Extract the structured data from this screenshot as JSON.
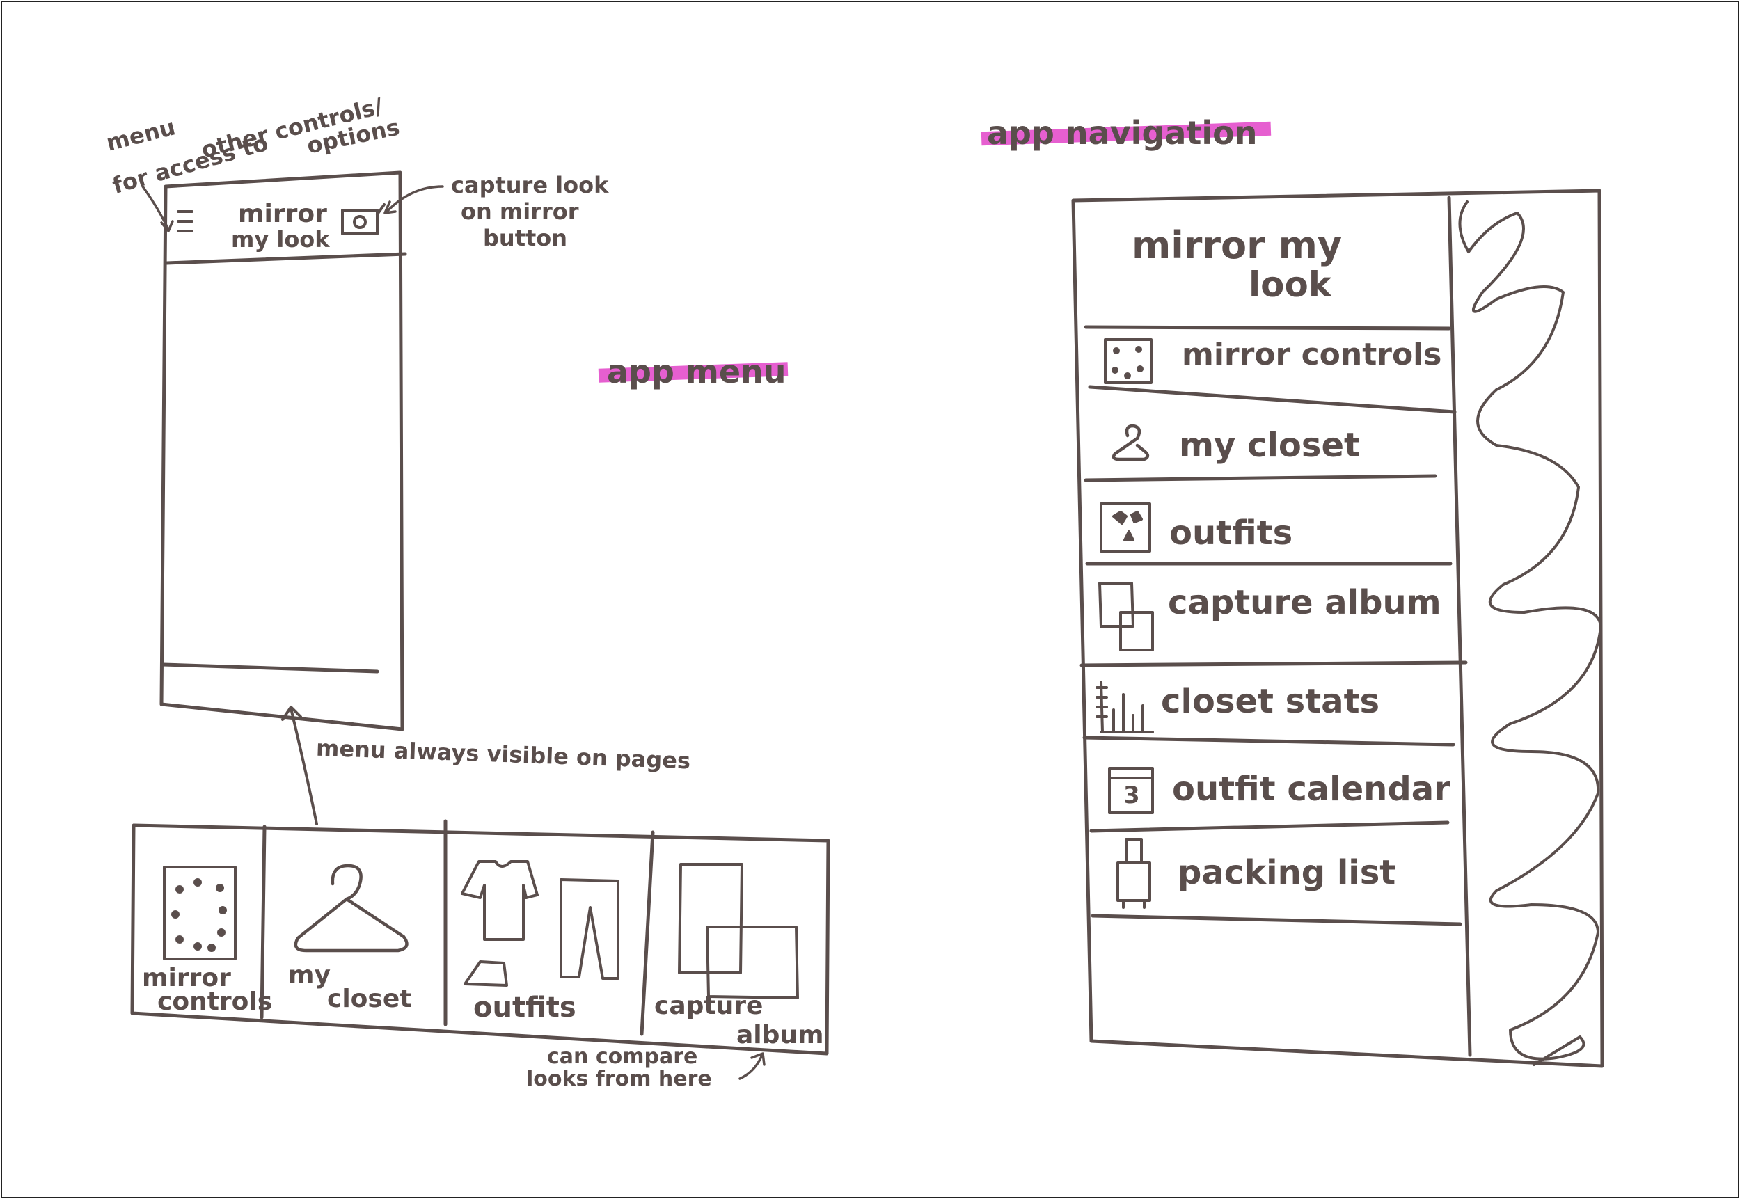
{
  "left_sketch": {
    "heading": "app menu",
    "phone_header": {
      "menu_icon": "hamburger-icon",
      "title_line1": "mirror",
      "title_line2": "my look",
      "capture_icon": "camera-icon"
    },
    "annotations": {
      "menu_note_line1": "menu",
      "menu_note_line2": "for access to",
      "menu_note_line3": "other controls/",
      "menu_note_line4": "options",
      "capture_note_line1": "capture look",
      "capture_note_line2": "on mirror",
      "capture_note_line3": "button",
      "menu_visible_note": "menu always visible on pages",
      "compare_note_line1": "can compare",
      "compare_note_line2": "looks from here"
    },
    "bottom_tabs": [
      {
        "line1": "mirror",
        "line2": "controls",
        "icon": "mirror-dots-icon"
      },
      {
        "line1": "my",
        "line2": "closet",
        "icon": "hanger-icon"
      },
      {
        "line1": "outfits",
        "line2": "",
        "icon": "clothes-icon"
      },
      {
        "line1": "capture",
        "line2": "album",
        "icon": "album-icon"
      }
    ]
  },
  "right_sketch": {
    "heading": "app navigation",
    "drawer_title_line1": "mirror my",
    "drawer_title_line2": "look",
    "menu_items": [
      {
        "label": "mirror controls",
        "icon": "mirror-dots-icon"
      },
      {
        "label": "my closet",
        "icon": "hanger-icon"
      },
      {
        "label": "outfits",
        "icon": "outfits-icon"
      },
      {
        "label": "capture album",
        "icon": "album-icon"
      },
      {
        "label": "closet stats",
        "icon": "bar-chart-icon"
      },
      {
        "label": "outfit calendar",
        "icon": "calendar-icon",
        "icon_text": "3"
      },
      {
        "label": "packing list",
        "icon": "luggage-icon"
      }
    ]
  },
  "colors": {
    "ink": "#5a4e4c",
    "highlighter": "#e65fd0",
    "paper": "#ffffff"
  }
}
